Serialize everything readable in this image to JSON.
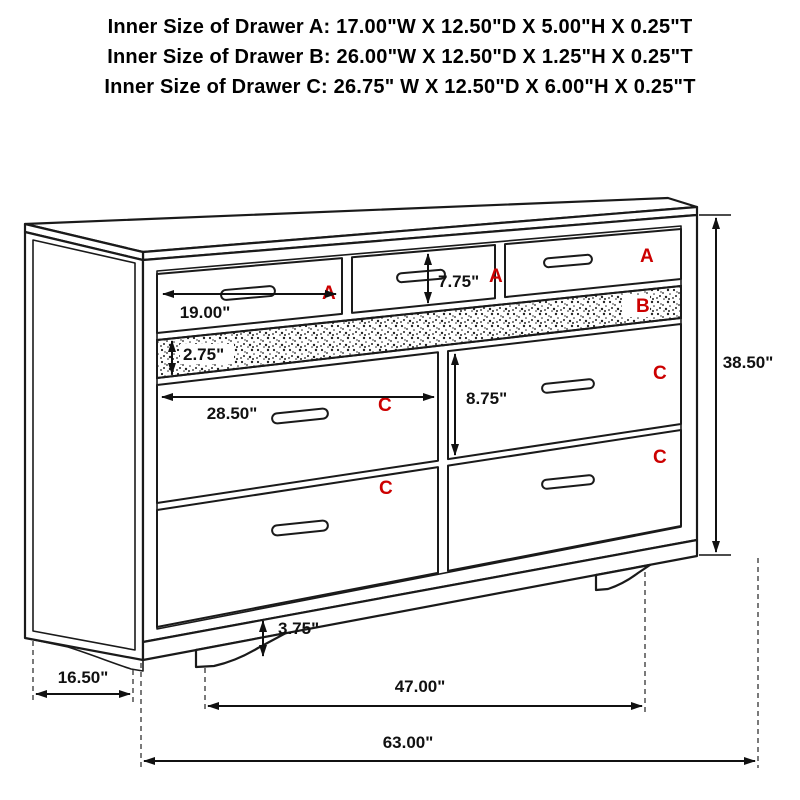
{
  "title_block": {
    "line1": "Inner Size of Drawer A: 17.00\"W X 12.50\"D X 5.00\"H X 0.25\"T",
    "line2": "Inner Size of Drawer B: 26.00\"W X 12.50\"D X 1.25\"H X 0.25\"T",
    "line3": "Inner Size of Drawer C: 26.75\" W X 12.50\"D X 6.00\"H X 0.25\"T"
  },
  "drawer_labels": {
    "a": "A",
    "b": "B",
    "c": "C"
  },
  "dimensions": {
    "drawer_a_width": "19.00\"",
    "drawer_a_height": "7.75\"",
    "drawer_b_height": "2.75\"",
    "drawer_c_width": "28.50\"",
    "drawer_c_height": "8.75\"",
    "overall_height": "38.50\"",
    "foot_height": "3.75\"",
    "side_depth": "16.50\"",
    "leg_span": "47.00\"",
    "overall_width": "63.00\""
  },
  "colors": {
    "label_red": "#cc0000",
    "line_black": "#1a1a1a"
  }
}
